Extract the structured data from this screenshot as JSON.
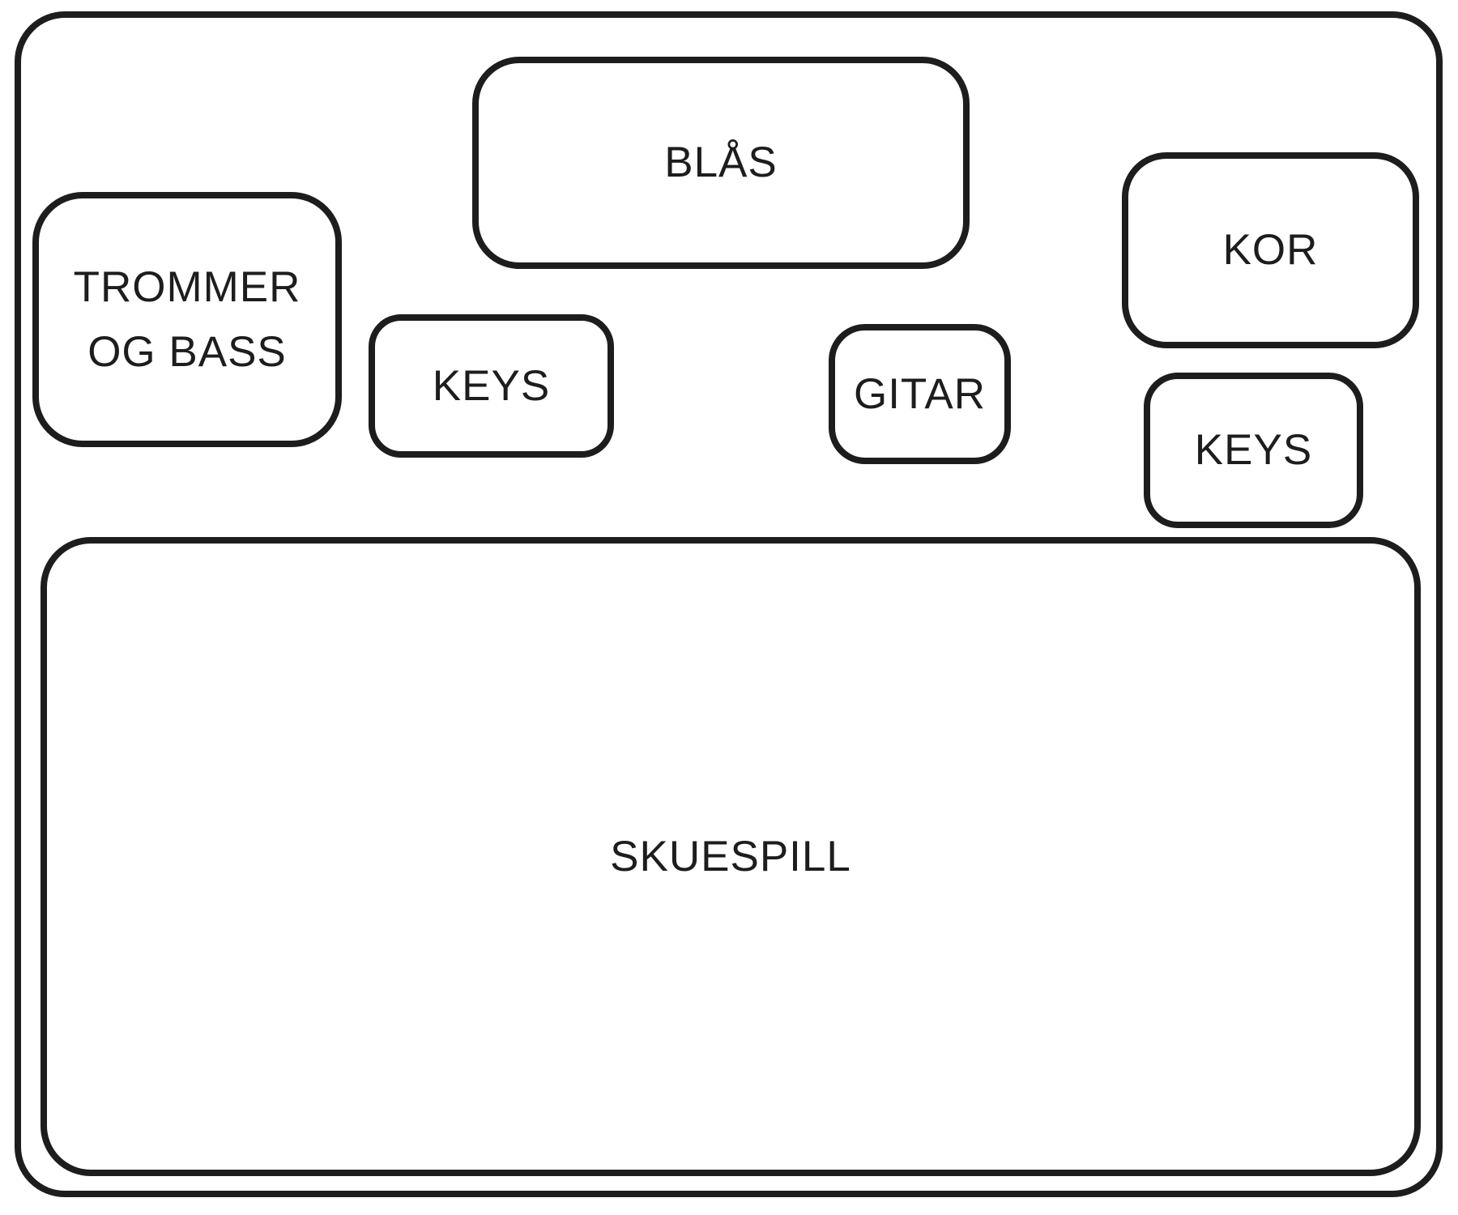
{
  "diagram": {
    "type": "stage-plot",
    "background_color": "#ffffff",
    "stroke_color": "#1d1d1e",
    "zones": {
      "blas": {
        "label": "BLÅS"
      },
      "trommer_og_bass": {
        "lines": [
          "TROMMER",
          "OG BASS"
        ]
      },
      "keys_left": {
        "label": "KEYS"
      },
      "gitar": {
        "label": "GITAR"
      },
      "kor": {
        "label": "KOR"
      },
      "keys_right": {
        "label": "KEYS"
      },
      "skuespill": {
        "label": "SKUESPILL"
      }
    }
  }
}
